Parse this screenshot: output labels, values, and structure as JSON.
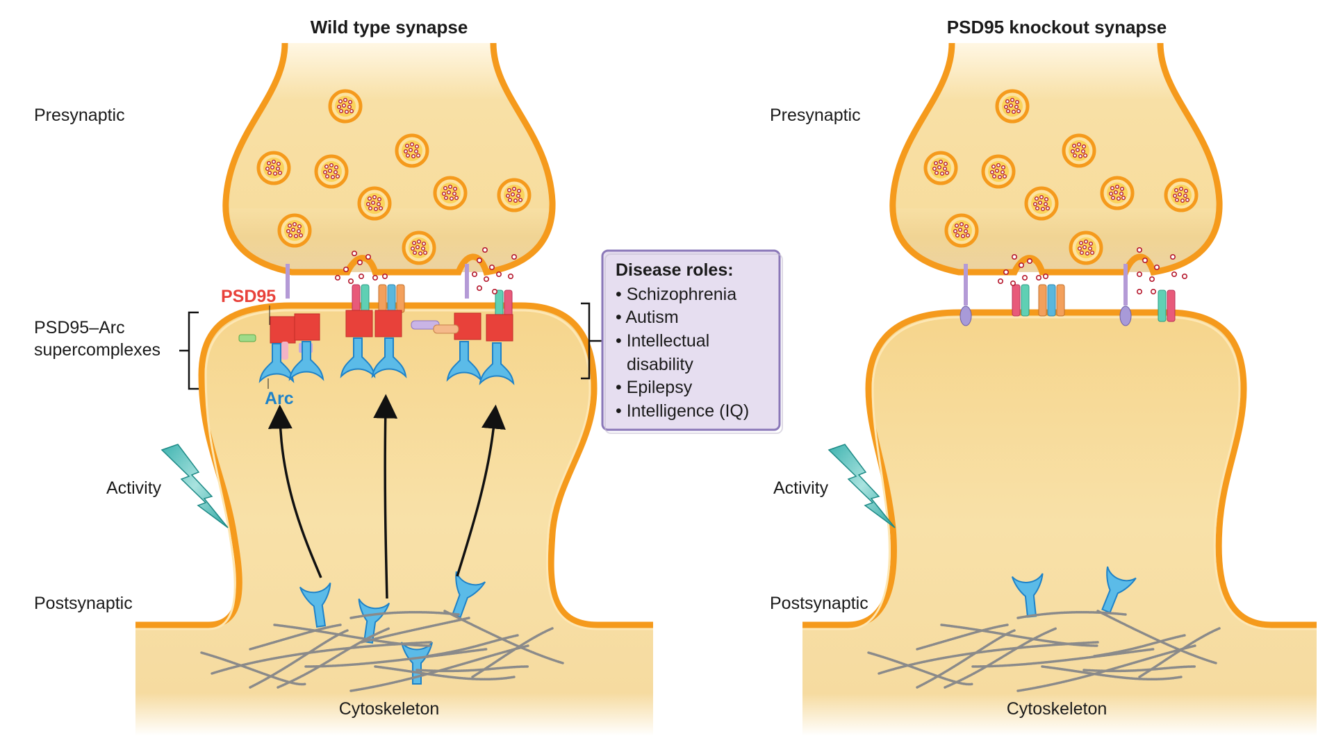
{
  "panels": [
    {
      "title": "Wild type synapse",
      "labels": {
        "presynaptic": "Presynaptic",
        "supercomplexes_line1": "PSD95–Arc",
        "supercomplexes_line2": "supercomplexes",
        "activity": "Activity",
        "postsynaptic": "Postsynaptic",
        "cytoskeleton": "Cytoskeleton",
        "psd95": "PSD95",
        "arc": "Arc"
      }
    },
    {
      "title": "PSD95 knockout synapse",
      "labels": {
        "presynaptic": "Presynaptic",
        "activity": "Activity",
        "postsynaptic": "Postsynaptic",
        "cytoskeleton": "Cytoskeleton"
      }
    }
  ],
  "disease_box": {
    "title": "Disease roles:",
    "items": [
      "• Schizophrenia",
      "• Autism",
      "• Intellectual",
      "  disability",
      "• Epilepsy",
      "• Intelligence (IQ)"
    ]
  },
  "colors": {
    "membrane": "#f59a1c",
    "cytoplasm": "#f7dc9c",
    "psd95": "#e8413a",
    "arc": "#1e82c8",
    "arc_fill": "#5bbbe8",
    "lightning": "#4fc1bd",
    "disease_box_fill": "#e6def0",
    "disease_box_border": "#8a77b8",
    "neurotransmitter": "#b5172c"
  }
}
